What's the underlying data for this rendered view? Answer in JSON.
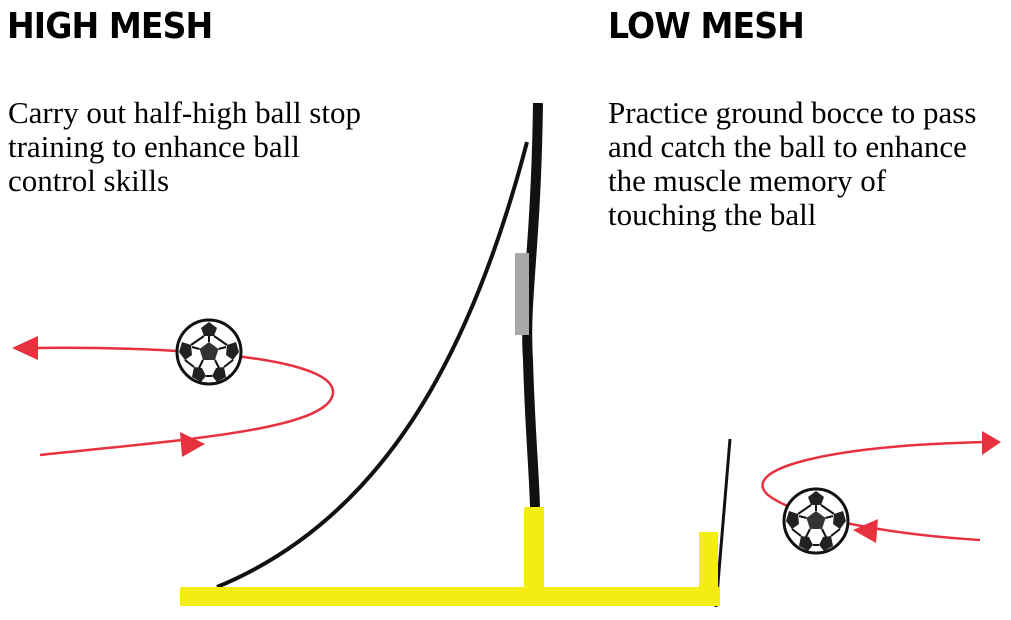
{
  "high": {
    "title": "HIGH MESH",
    "lines": [
      "Carry out half-high ball stop",
      "training to enhance ball",
      "control skills"
    ]
  },
  "low": {
    "title": "LOW MESH",
    "lines": [
      "Practice ground bocce to pass",
      "and catch the ball to enhance",
      "the muscle memory of",
      "touching the ball"
    ]
  },
  "colors": {
    "frame": "#f4ec14",
    "pole": "#111111",
    "sleeve": "#a8a8a8",
    "arrow": "#e8313f",
    "text": "#000000"
  }
}
